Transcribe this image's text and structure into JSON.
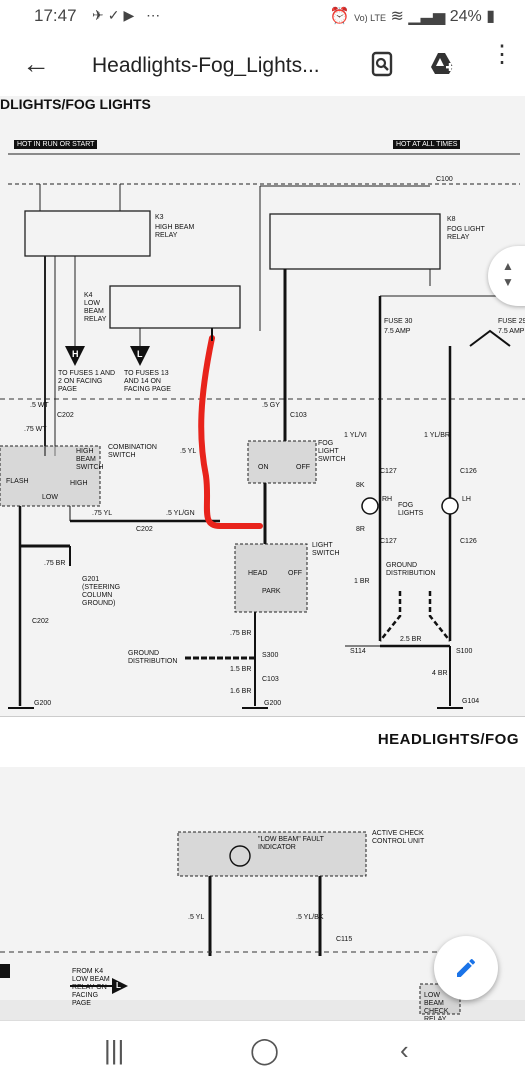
{
  "status": {
    "time": "17:47",
    "battery": "24%",
    "lte": "Vo) LTE"
  },
  "appbar": {
    "title": "Headlights-Fog_Lights..."
  },
  "diagram": {
    "header_cut": "DLIGHTS/FOG LIGHTS",
    "hot_run": "HOT IN RUN OR START",
    "hot_all": "HOT AT ALL TIMES",
    "c100": "C100",
    "k3": "K3",
    "high_beam_relay": "HIGH BEAM RELAY",
    "k8": "K8",
    "fog_light_relay": "FOG LIGHT RELAY",
    "k4": "K4 LOW BEAM RELAY",
    "h_label": "H",
    "l_label": "L",
    "to_fuses_1_2": "TO FUSES 1 AND 2 ON FACING PAGE",
    "to_fuses_13_14": "TO FUSES 13 AND 14 ON FACING PAGE",
    "fuse30": "FUSE 30",
    "fuse30_amp": "7.5 AMP",
    "fuse29": "FUSE 29",
    "fuse29_amp": "7.5 AMP",
    "c202": "C202",
    "c103": "C103",
    "combo_switch": "COMBINATION SWITCH",
    "high_beam_switch": "HIGH BEAM SWITCH",
    "flash": "FLASH",
    "low": "LOW",
    "high": "HIGH",
    "fog_light_switch": "FOG LIGHT SWITCH",
    "on": "ON",
    "off": "OFF",
    "light_switch": "LIGHT SWITCH",
    "head": "HEAD",
    "park": "PARK",
    "rh": "RH",
    "lh": "LH",
    "fog_lights": "FOG LIGHTS",
    "c127": "C127",
    "c126": "C126",
    "ground_distribution": "GROUND DISTRIBUTION",
    "g201": "G201 (STEERING COLUMN GROUND)",
    "s300": "S300",
    "s114": "S114",
    "s100": "S100",
    "g200": "G200",
    "g104": "G104",
    "footer_title": "HEADLIGHTS/FOG",
    "active_check": "ACTIVE CHECK CONTROL UNIT",
    "low_beam_fault": "\"LOW BEAM\" FAULT INDICATOR",
    "c115": "C115",
    "from_k4": "FROM K4 LOW BEAM RELAY ON FACING PAGE",
    "low_beam_check": "LOW BEAM CHECK RELAY",
    "wire_5yl": ".5 YL",
    "wire_5ylbk": ".5 YL/BK",
    "wire_5gy": ".5 GY",
    "wire_5ylgn": ".5 YL/GN",
    "wire_75yl": ".75 YL",
    "wire_1ylvi": "1 YL/VI",
    "wire_1ylbr": "1 YL/BR",
    "wire_25br": "2.5 BR",
    "wire_4br": "4 BR",
    "wire_1br": "1 BR",
    "wire_75br": ".75 BR",
    "wire_5wt": ".5 WT",
    "wire_75wt": ".75 WT",
    "wire_15br": "1.5 BR",
    "wire_16br": "1.6 BR",
    "wire_8k": "8K",
    "wire_8r": "8R"
  },
  "colors": {
    "highlight": "#e8231b",
    "fab_icon": "#1a73e8"
  }
}
